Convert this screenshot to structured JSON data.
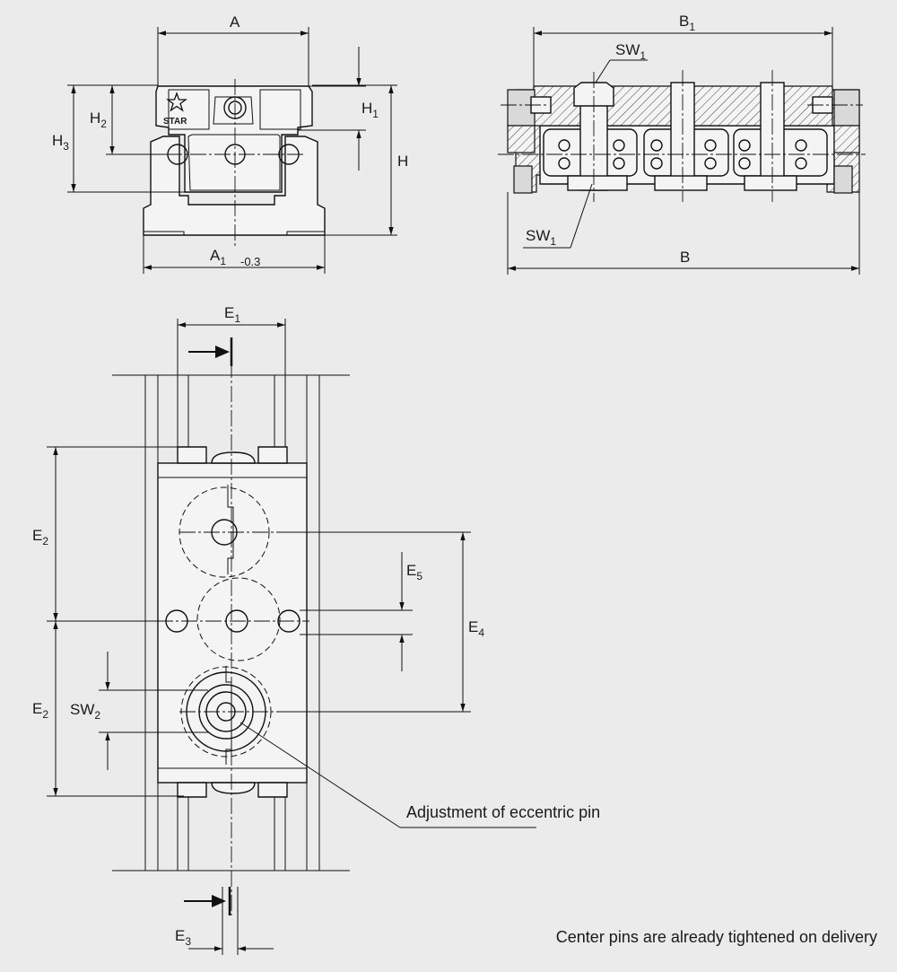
{
  "labels": {
    "A": "A",
    "B1_main": "B",
    "B1_sub": "1",
    "SW1_top_main": "SW",
    "SW1_top_sub": "1",
    "H1_main": "H",
    "H1_sub": "1",
    "H2_main": "H",
    "H2_sub": "2",
    "H3_main": "H",
    "H3_sub": "3",
    "H": "H",
    "SW1_bottom_main": "SW",
    "SW1_bottom_sub": "1",
    "A1_main": "A",
    "A1_sub": "1",
    "A1_tol": "-0.3",
    "B": "B",
    "E1_main": "E",
    "E1_sub": "1",
    "E2_upper_main": "E",
    "E2_upper_sub": "2",
    "E5_main": "E",
    "E5_sub": "5",
    "E4_main": "E",
    "E4_sub": "4",
    "E2_lower_main": "E",
    "E2_lower_sub": "2",
    "SW2_main": "SW",
    "SW2_sub": "2",
    "E3_main": "E",
    "E3_sub": "3",
    "brand_logo": "STAR",
    "callout_eccentric": "Adjustment of eccentric pin",
    "footnote": "Center pins are already tightened on delivery"
  },
  "icons": [
    "star-logo-icon",
    "direction-arrow-icon"
  ]
}
